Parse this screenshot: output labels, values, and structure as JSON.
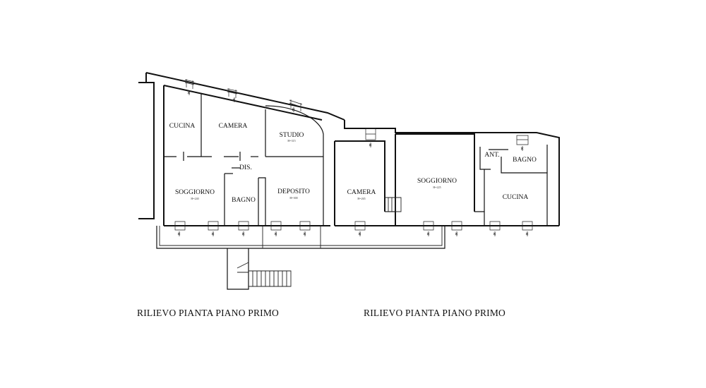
{
  "captions": {
    "left": "RILIEVO PIANTA PIANO PRIMO",
    "right": "RILIEVO PIANTA PIANO PRIMO"
  },
  "rooms": {
    "cucina_1": {
      "label": "CUCINA"
    },
    "camera_1": {
      "label": "CAMERA"
    },
    "studio": {
      "label": "STUDIO",
      "height": "H=315"
    },
    "dis": {
      "label": "DIS."
    },
    "soggiorno_1": {
      "label": "SOGGIORNO",
      "height": "H=240"
    },
    "bagno_1": {
      "label": "BAGNO"
    },
    "deposito": {
      "label": "DEPOSITO",
      "height": "H=300"
    },
    "camera_2": {
      "label": "CAMERA",
      "height": "H=265"
    },
    "soggiorno_2": {
      "label": "SOGGIORNO",
      "height": "H=225"
    },
    "ant": {
      "label": "ANT."
    },
    "bagno_2": {
      "label": "BAGNO"
    },
    "cucina_2": {
      "label": "CUCINA"
    }
  }
}
